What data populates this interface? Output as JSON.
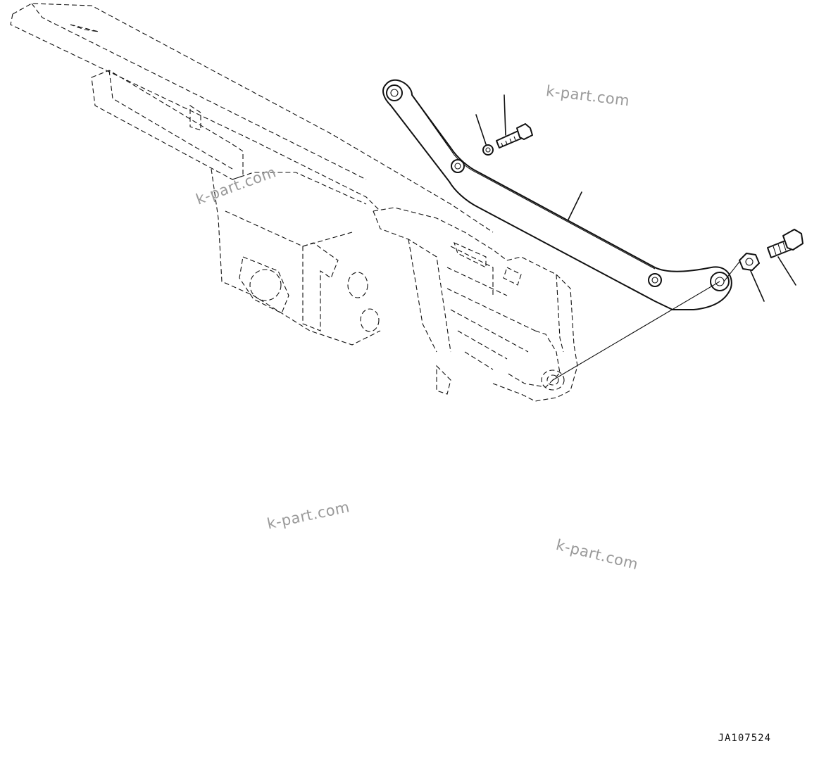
{
  "watermarks": [
    "k-part.com",
    "k-part.com",
    "k-part.com",
    "k-part.com"
  ],
  "drawing_code": "JA107524"
}
